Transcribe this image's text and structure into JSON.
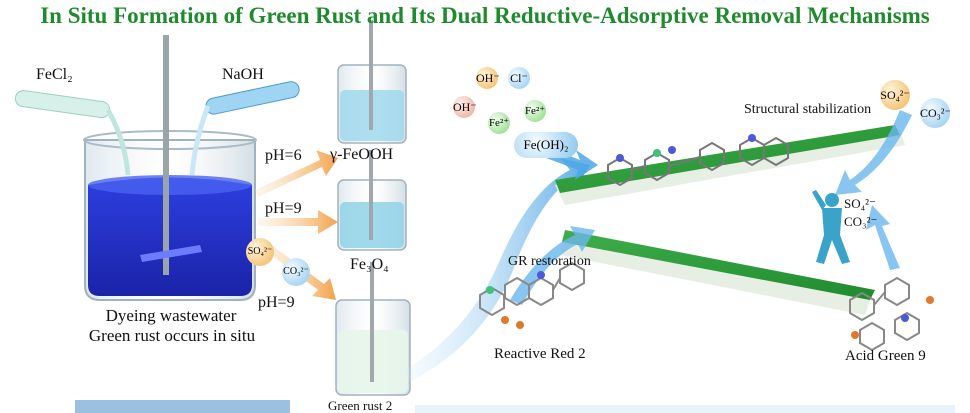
{
  "title": "In Situ Formation of Green Rust and Its Dual Reductive-Adsorptive Removal Mechanisms",
  "left": {
    "fecl2": "FeCl₂",
    "naoh": "NaOH",
    "caption_line1": "Dyeing wastewater",
    "caption_line2": "Green rust occurs in situ"
  },
  "paths": [
    {
      "ph": "pH=6",
      "product": "γ-FeOOH"
    },
    {
      "ph": "pH=9",
      "product": "Fe₃O₄"
    },
    {
      "ph": "pH=9",
      "product": "Green rust 2",
      "anion_a": "SO₄²⁻",
      "anion_b": "CO₃²⁻"
    }
  ],
  "right": {
    "ions": {
      "oh1": "OH⁻",
      "cl": "Cl⁻",
      "oh2": "OH⁻",
      "fe_a": "Fe²⁺",
      "fe_b": "Fe²⁺",
      "feoh2": "Fe(OH)₂"
    },
    "structural": "Structural stabilization",
    "so4": "SO₄²⁻",
    "co3": "CO₃²⁻",
    "interlayer_so4": "SO₄²⁻",
    "interlayer_co3": "CO₃²⁻",
    "restoration": "GR restoration",
    "dye1": "Reactive Red 2",
    "dye2": "Acid Green 9"
  }
}
